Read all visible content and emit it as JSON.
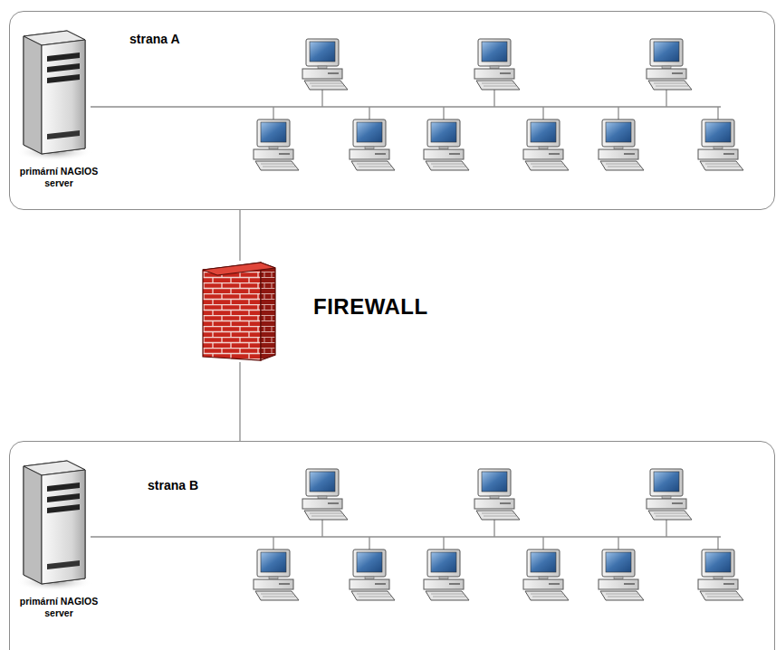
{
  "diagram": {
    "nodes": [
      {
        "text": [
          "strana A"
        ]
      },
      {
        "text": [
          "primární NAGIOS server"
        ],
        "in": 0
      },
      {
        "text": [
          "FIREWALL"
        ]
      },
      {
        "text": [
          "strana B"
        ]
      },
      {
        "text": [
          "primární NAGIOS server"
        ],
        "in": 3
      }
    ],
    "edges": [
      {
        "from": 0,
        "to": 2,
        "arrow": "none"
      },
      {
        "from": 2,
        "to": 3,
        "arrow": "none"
      }
    ]
  }
}
